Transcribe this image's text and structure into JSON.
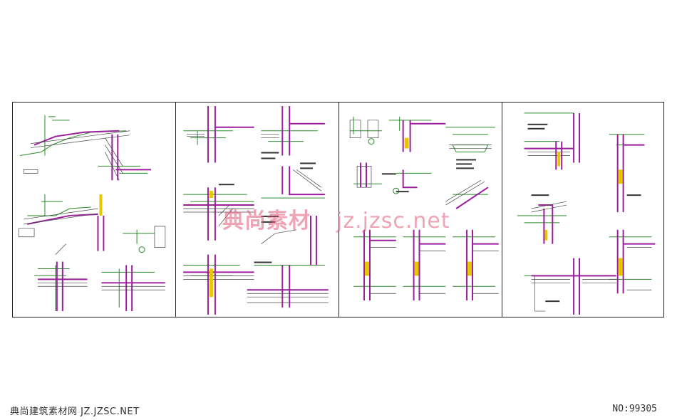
{
  "watermark": {
    "chinese": "典尚素材",
    "url": "jz.jzsc.net"
  },
  "footer": {
    "site": "典尚建筑素材网 JZ.JZSC.NET",
    "number": "NO:99305"
  },
  "colors": {
    "wall": "#9b1f9b",
    "line": "#2a8a2a",
    "hatch": "#444444",
    "accent": "#e6c800",
    "watermark": "#e15a78"
  }
}
